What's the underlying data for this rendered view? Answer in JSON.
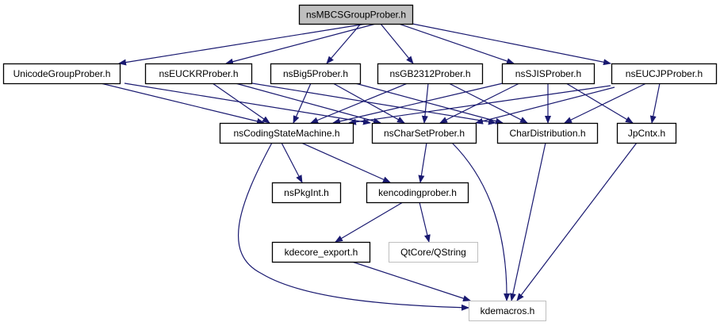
{
  "diagram": {
    "type": "include-dependency-graph",
    "colors": {
      "edge": "#191970",
      "root_fill": "#bfbfbf",
      "root_border": "#000000",
      "node_fill": "#ffffff",
      "node_border": "#000000",
      "external_border": "#bfbfbf"
    },
    "nodes": [
      {
        "id": "root",
        "label": "nsMBCSGroupProber.h",
        "kind": "root"
      },
      {
        "id": "unicode",
        "label": "UnicodeGroupProber.h",
        "kind": "normal"
      },
      {
        "id": "euckr",
        "label": "nsEUCKRProber.h",
        "kind": "normal"
      },
      {
        "id": "big5",
        "label": "nsBig5Prober.h",
        "kind": "normal"
      },
      {
        "id": "gb2312",
        "label": "nsGB2312Prober.h",
        "kind": "normal"
      },
      {
        "id": "sjis",
        "label": "nsSJISProber.h",
        "kind": "normal"
      },
      {
        "id": "eucjp",
        "label": "nsEUCJPProber.h",
        "kind": "normal"
      },
      {
        "id": "csm",
        "label": "nsCodingStateMachine.h",
        "kind": "normal"
      },
      {
        "id": "csp",
        "label": "nsCharSetProber.h",
        "kind": "normal"
      },
      {
        "id": "chardist",
        "label": "CharDistribution.h",
        "kind": "normal"
      },
      {
        "id": "jpcntx",
        "label": "JpCntx.h",
        "kind": "normal"
      },
      {
        "id": "pkgint",
        "label": "nsPkgInt.h",
        "kind": "normal"
      },
      {
        "id": "kenc",
        "label": "kencodingprober.h",
        "kind": "normal"
      },
      {
        "id": "kexport",
        "label": "kdecore_export.h",
        "kind": "normal"
      },
      {
        "id": "qstring",
        "label": "QtCore/QString",
        "kind": "external"
      },
      {
        "id": "kmacros",
        "label": "kdemacros.h",
        "kind": "external"
      }
    ],
    "edges": [
      {
        "from": "root",
        "to": "unicode"
      },
      {
        "from": "root",
        "to": "euckr"
      },
      {
        "from": "root",
        "to": "big5"
      },
      {
        "from": "root",
        "to": "gb2312"
      },
      {
        "from": "root",
        "to": "sjis"
      },
      {
        "from": "root",
        "to": "eucjp"
      },
      {
        "from": "unicode",
        "to": "csm"
      },
      {
        "from": "unicode",
        "to": "csp"
      },
      {
        "from": "euckr",
        "to": "csm"
      },
      {
        "from": "euckr",
        "to": "csp"
      },
      {
        "from": "euckr",
        "to": "chardist"
      },
      {
        "from": "big5",
        "to": "csm"
      },
      {
        "from": "big5",
        "to": "csp"
      },
      {
        "from": "big5",
        "to": "chardist"
      },
      {
        "from": "gb2312",
        "to": "csm"
      },
      {
        "from": "gb2312",
        "to": "csp"
      },
      {
        "from": "gb2312",
        "to": "chardist"
      },
      {
        "from": "sjis",
        "to": "csm"
      },
      {
        "from": "sjis",
        "to": "csp"
      },
      {
        "from": "sjis",
        "to": "chardist"
      },
      {
        "from": "sjis",
        "to": "jpcntx"
      },
      {
        "from": "eucjp",
        "to": "csm"
      },
      {
        "from": "eucjp",
        "to": "csp"
      },
      {
        "from": "eucjp",
        "to": "chardist"
      },
      {
        "from": "eucjp",
        "to": "jpcntx"
      },
      {
        "from": "csm",
        "to": "pkgint"
      },
      {
        "from": "csm",
        "to": "kenc"
      },
      {
        "from": "csm",
        "to": "kmacros"
      },
      {
        "from": "csp",
        "to": "kenc"
      },
      {
        "from": "csp",
        "to": "kmacros"
      },
      {
        "from": "chardist",
        "to": "kmacros"
      },
      {
        "from": "jpcntx",
        "to": "kmacros"
      },
      {
        "from": "kenc",
        "to": "kexport"
      },
      {
        "from": "kenc",
        "to": "qstring"
      },
      {
        "from": "kexport",
        "to": "kmacros"
      }
    ]
  }
}
